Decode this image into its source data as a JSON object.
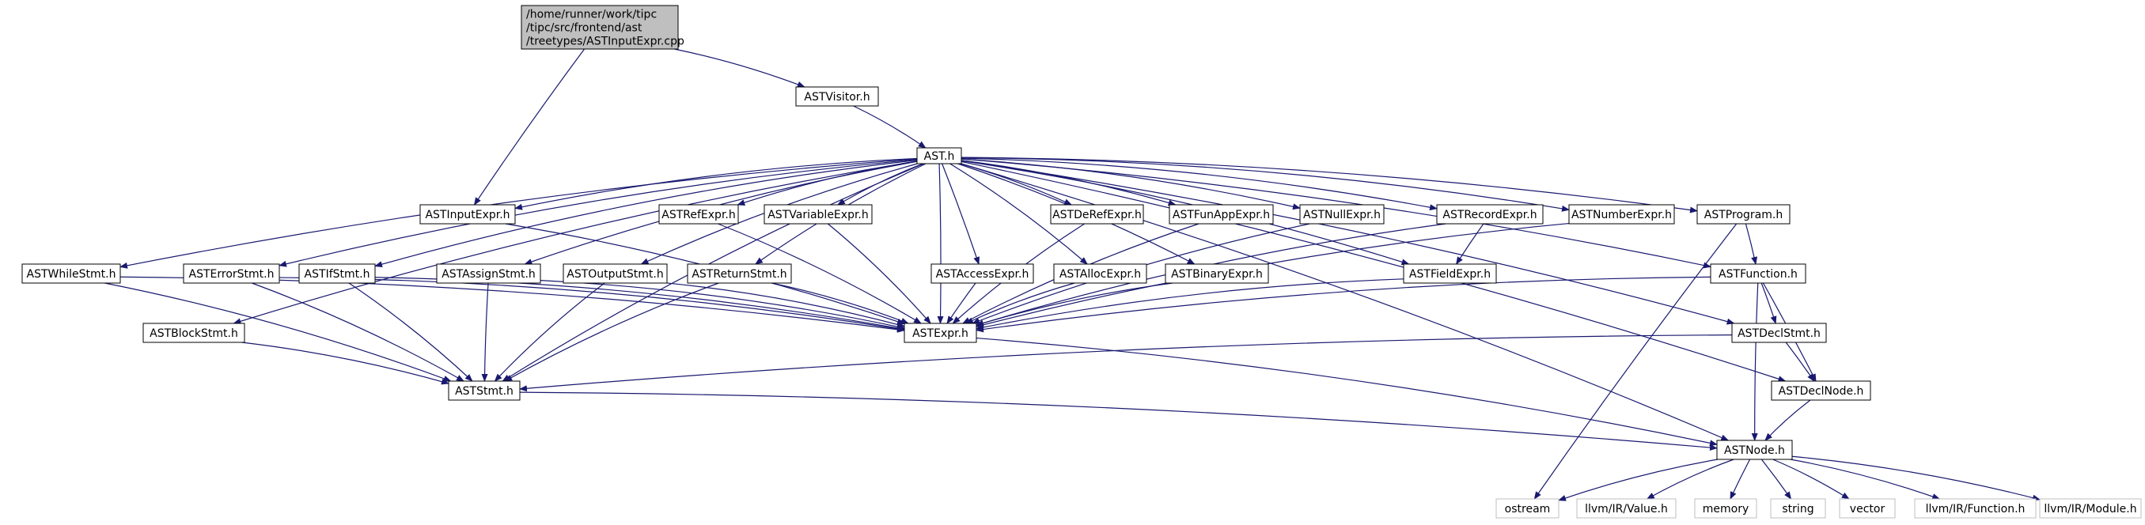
{
  "graph": {
    "colors": {
      "edge": "#191970",
      "node_border": "#000000",
      "node_fill": "#ffffff",
      "root_fill": "#bfbfbf",
      "external_border": "#bfbfbf"
    },
    "nodes": [
      {
        "id": "root",
        "kind": "root",
        "lines": [
          "/home/runner/work/tipc",
          "/tipc/src/frontend/ast",
          "/treetypes/ASTInputExpr.cpp"
        ]
      },
      {
        "id": "ASTVisitor",
        "kind": "file",
        "lines": [
          "ASTVisitor.h"
        ]
      },
      {
        "id": "AST",
        "kind": "file",
        "lines": [
          "AST.h"
        ]
      },
      {
        "id": "ASTInputExpr",
        "kind": "file",
        "lines": [
          "ASTInputExpr.h"
        ]
      },
      {
        "id": "ASTRefExpr",
        "kind": "file",
        "lines": [
          "ASTRefExpr.h"
        ]
      },
      {
        "id": "ASTVariableExpr",
        "kind": "file",
        "lines": [
          "ASTVariableExpr.h"
        ]
      },
      {
        "id": "ASTDeRefExpr",
        "kind": "file",
        "lines": [
          "ASTDeRefExpr.h"
        ]
      },
      {
        "id": "ASTFunAppExpr",
        "kind": "file",
        "lines": [
          "ASTFunAppExpr.h"
        ]
      },
      {
        "id": "ASTNullExpr",
        "kind": "file",
        "lines": [
          "ASTNullExpr.h"
        ]
      },
      {
        "id": "ASTRecordExpr",
        "kind": "file",
        "lines": [
          "ASTRecordExpr.h"
        ]
      },
      {
        "id": "ASTNumberExpr",
        "kind": "file",
        "lines": [
          "ASTNumberExpr.h"
        ]
      },
      {
        "id": "ASTProgram",
        "kind": "file",
        "lines": [
          "ASTProgram.h"
        ]
      },
      {
        "id": "ASTWhileStmt",
        "kind": "file",
        "lines": [
          "ASTWhileStmt.h"
        ]
      },
      {
        "id": "ASTErrorStmt",
        "kind": "file",
        "lines": [
          "ASTErrorStmt.h"
        ]
      },
      {
        "id": "ASTIfStmt",
        "kind": "file",
        "lines": [
          "ASTIfStmt.h"
        ]
      },
      {
        "id": "ASTAssignStmt",
        "kind": "file",
        "lines": [
          "ASTAssignStmt.h"
        ]
      },
      {
        "id": "ASTOutputStmt",
        "kind": "file",
        "lines": [
          "ASTOutputStmt.h"
        ]
      },
      {
        "id": "ASTReturnStmt",
        "kind": "file",
        "lines": [
          "ASTReturnStmt.h"
        ]
      },
      {
        "id": "ASTAccessExpr",
        "kind": "file",
        "lines": [
          "ASTAccessExpr.h"
        ]
      },
      {
        "id": "ASTAllocExpr",
        "kind": "file",
        "lines": [
          "ASTAllocExpr.h"
        ]
      },
      {
        "id": "ASTBinaryExpr",
        "kind": "file",
        "lines": [
          "ASTBinaryExpr.h"
        ]
      },
      {
        "id": "ASTFieldExpr",
        "kind": "file",
        "lines": [
          "ASTFieldExpr.h"
        ]
      },
      {
        "id": "ASTFunction",
        "kind": "file",
        "lines": [
          "ASTFunction.h"
        ]
      },
      {
        "id": "ASTBlockStmt",
        "kind": "file",
        "lines": [
          "ASTBlockStmt.h"
        ]
      },
      {
        "id": "ASTExpr",
        "kind": "file",
        "lines": [
          "ASTExpr.h"
        ]
      },
      {
        "id": "ASTDeclStmt",
        "kind": "file",
        "lines": [
          "ASTDeclStmt.h"
        ]
      },
      {
        "id": "ASTStmt",
        "kind": "file",
        "lines": [
          "ASTStmt.h"
        ]
      },
      {
        "id": "ASTDeclNode",
        "kind": "file",
        "lines": [
          "ASTDeclNode.h"
        ]
      },
      {
        "id": "ASTNode",
        "kind": "file",
        "lines": [
          "ASTNode.h"
        ]
      },
      {
        "id": "ostream",
        "kind": "external",
        "lines": [
          "ostream"
        ]
      },
      {
        "id": "Value",
        "kind": "external",
        "lines": [
          "llvm/IR/Value.h"
        ]
      },
      {
        "id": "memory",
        "kind": "external",
        "lines": [
          "memory"
        ]
      },
      {
        "id": "string",
        "kind": "external",
        "lines": [
          "string"
        ]
      },
      {
        "id": "vector",
        "kind": "external",
        "lines": [
          "vector"
        ]
      },
      {
        "id": "Function",
        "kind": "external",
        "lines": [
          "llvm/IR/Function.h"
        ]
      },
      {
        "id": "Module",
        "kind": "external",
        "lines": [
          "llvm/IR/Module.h"
        ]
      }
    ],
    "edges": [
      [
        "root",
        "ASTInputExpr"
      ],
      [
        "root",
        "ASTVisitor"
      ],
      [
        "ASTVisitor",
        "AST"
      ],
      [
        "AST",
        "ASTInputExpr"
      ],
      [
        "AST",
        "ASTRefExpr"
      ],
      [
        "AST",
        "ASTVariableExpr"
      ],
      [
        "AST",
        "ASTDeRefExpr"
      ],
      [
        "AST",
        "ASTFunAppExpr"
      ],
      [
        "AST",
        "ASTNullExpr"
      ],
      [
        "AST",
        "ASTRecordExpr"
      ],
      [
        "AST",
        "ASTNumberExpr"
      ],
      [
        "AST",
        "ASTProgram"
      ],
      [
        "AST",
        "ASTWhileStmt"
      ],
      [
        "AST",
        "ASTErrorStmt"
      ],
      [
        "AST",
        "ASTIfStmt"
      ],
      [
        "AST",
        "ASTAssignStmt"
      ],
      [
        "AST",
        "ASTOutputStmt"
      ],
      [
        "AST",
        "ASTReturnStmt"
      ],
      [
        "AST",
        "ASTAccessExpr"
      ],
      [
        "AST",
        "ASTAllocExpr"
      ],
      [
        "AST",
        "ASTBinaryExpr"
      ],
      [
        "AST",
        "ASTFieldExpr"
      ],
      [
        "AST",
        "ASTFunction"
      ],
      [
        "AST",
        "ASTBlockStmt"
      ],
      [
        "AST",
        "ASTExpr"
      ],
      [
        "AST",
        "ASTDeclStmt"
      ],
      [
        "AST",
        "ASTStmt"
      ],
      [
        "AST",
        "ASTDeclNode"
      ],
      [
        "AST",
        "ASTNode"
      ],
      [
        "ASTInputExpr",
        "ASTExpr"
      ],
      [
        "ASTRefExpr",
        "ASTExpr"
      ],
      [
        "ASTVariableExpr",
        "ASTExpr"
      ],
      [
        "ASTDeRefExpr",
        "ASTExpr"
      ],
      [
        "ASTFunAppExpr",
        "ASTExpr"
      ],
      [
        "ASTNullExpr",
        "ASTExpr"
      ],
      [
        "ASTRecordExpr",
        "ASTExpr"
      ],
      [
        "ASTRecordExpr",
        "ASTFieldExpr"
      ],
      [
        "ASTNumberExpr",
        "ASTExpr"
      ],
      [
        "ASTProgram",
        "ASTFunction"
      ],
      [
        "ASTProgram",
        "ostream"
      ],
      [
        "ASTWhileStmt",
        "ASTExpr"
      ],
      [
        "ASTWhileStmt",
        "ASTStmt"
      ],
      [
        "ASTErrorStmt",
        "ASTExpr"
      ],
      [
        "ASTErrorStmt",
        "ASTStmt"
      ],
      [
        "ASTIfStmt",
        "ASTExpr"
      ],
      [
        "ASTIfStmt",
        "ASTStmt"
      ],
      [
        "ASTAssignStmt",
        "ASTExpr"
      ],
      [
        "ASTAssignStmt",
        "ASTStmt"
      ],
      [
        "ASTOutputStmt",
        "ASTExpr"
      ],
      [
        "ASTOutputStmt",
        "ASTStmt"
      ],
      [
        "ASTReturnStmt",
        "ASTExpr"
      ],
      [
        "ASTReturnStmt",
        "ASTStmt"
      ],
      [
        "ASTAccessExpr",
        "ASTExpr"
      ],
      [
        "ASTAllocExpr",
        "ASTExpr"
      ],
      [
        "ASTBinaryExpr",
        "ASTExpr"
      ],
      [
        "ASTFieldExpr",
        "ASTExpr"
      ],
      [
        "ASTFunction",
        "ASTExpr"
      ],
      [
        "ASTFunction",
        "ASTDeclStmt"
      ],
      [
        "ASTFunction",
        "ASTDeclNode"
      ],
      [
        "ASTFunction",
        "ASTNode"
      ],
      [
        "ASTBlockStmt",
        "ASTStmt"
      ],
      [
        "ASTExpr",
        "ASTNode"
      ],
      [
        "ASTDeclStmt",
        "ASTStmt"
      ],
      [
        "ASTDeclStmt",
        "ASTDeclNode"
      ],
      [
        "ASTStmt",
        "ASTNode"
      ],
      [
        "ASTDeclNode",
        "ASTNode"
      ],
      [
        "ASTNode",
        "ostream"
      ],
      [
        "ASTNode",
        "Value"
      ],
      [
        "ASTNode",
        "memory"
      ],
      [
        "ASTNode",
        "string"
      ],
      [
        "ASTNode",
        "vector"
      ],
      [
        "ASTNode",
        "Function"
      ],
      [
        "ASTNode",
        "Module"
      ]
    ]
  }
}
